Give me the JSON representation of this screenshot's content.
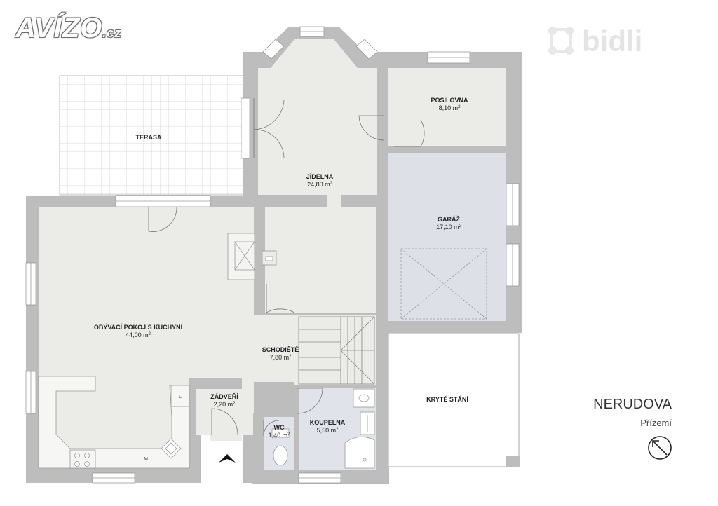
{
  "brand": {
    "avizo_main": "AVÍZO",
    "avizo_tld": ".cz",
    "bidli": "bidli"
  },
  "title": {
    "street": "NERUDOVA",
    "floor": "Přízemí"
  },
  "rooms": {
    "terasa": {
      "name": "TERASA"
    },
    "jidelna": {
      "name": "JÍDELNA",
      "area": "24,80 m",
      "unit_sup": "2"
    },
    "posilovna": {
      "name": "POSILOVNA",
      "area": "8,10 m",
      "unit_sup": "2"
    },
    "garaz": {
      "name": "GARÁŽ",
      "area": "17,10 m",
      "unit_sup": "2"
    },
    "obyvaci": {
      "name": "OBÝVACÍ POKOJ S KUCHYNÍ",
      "area": "44,00 m",
      "unit_sup": "2"
    },
    "schodiste": {
      "name": "SCHODIŠTĚ",
      "area": "7,80 m",
      "unit_sup": "2"
    },
    "zadveri": {
      "name": "ZÁDVEŘÍ",
      "area": "2,20 m",
      "unit_sup": "2"
    },
    "wc": {
      "name": "WC",
      "area": "1,40 m",
      "unit_sup": "2"
    },
    "koupelna": {
      "name": "KOUPELNA",
      "area": "5,50 m",
      "unit_sup": "2"
    },
    "kryte_stani": {
      "name": "KRYTÉ STÁNÍ"
    }
  },
  "fixtures": {
    "fridge": "L",
    "microwave": "M"
  },
  "colors": {
    "wall": "#bdbdbd",
    "floor": "#ebebe8",
    "garage": "#dde1e7",
    "bathroom": "#e0e4ea",
    "terrace_grid": "#cfcfcf",
    "carport_line": "#aaaaaa"
  }
}
